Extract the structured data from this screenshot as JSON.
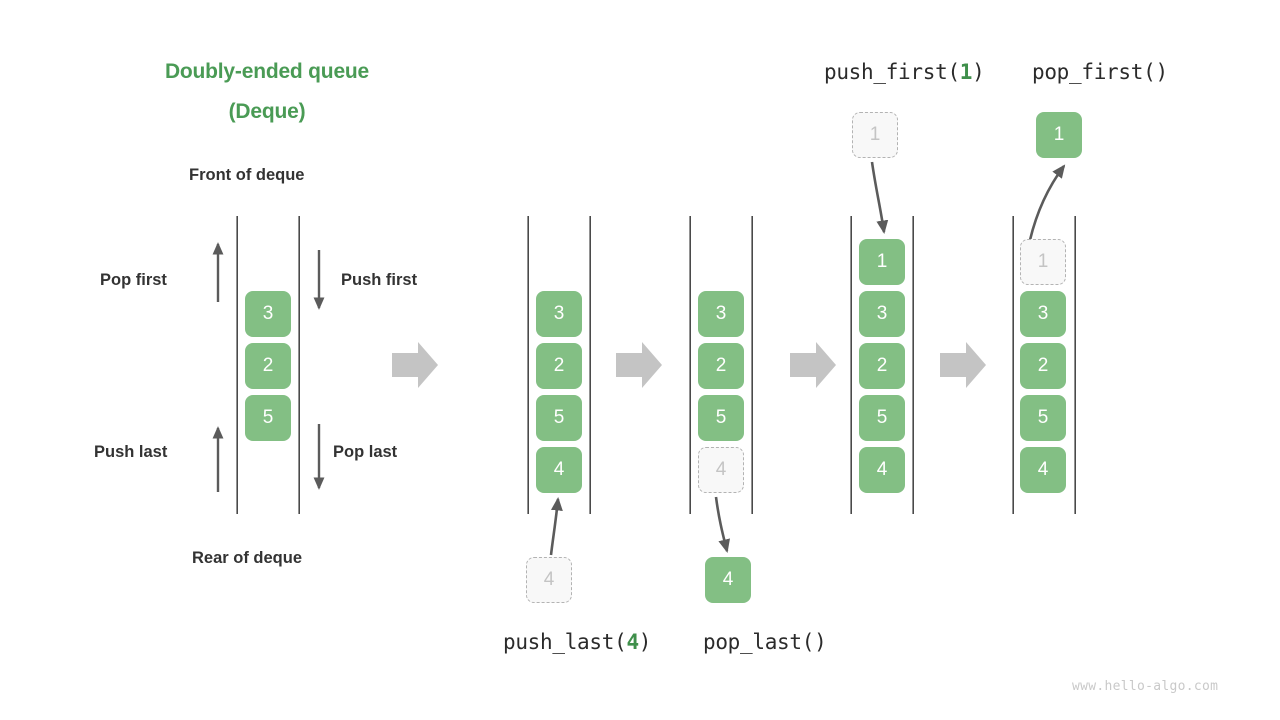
{
  "title": {
    "line1": "Doubly-ended queue",
    "line2": "(Deque)",
    "color": "#4a9b55"
  },
  "labels": {
    "front_of_deque": "Front of deque",
    "rear_of_deque": "Rear of deque",
    "pop_first": "Pop first",
    "push_first": "Push first",
    "push_last": "Push last",
    "pop_last": "Pop last"
  },
  "operations": {
    "push_last": {
      "name": "push_last",
      "arg": "4",
      "open": "(",
      "close": ")"
    },
    "pop_last": {
      "name": "pop_last",
      "arg": "",
      "open": "(",
      "close": ")"
    },
    "push_first": {
      "name": "push_first",
      "arg": "1",
      "open": "(",
      "close": ")"
    },
    "pop_first": {
      "name": "pop_first",
      "arg": "",
      "open": "(",
      "close": ")"
    }
  },
  "colors": {
    "box_fill": "#83bf84",
    "box_text": "#ffffff",
    "ghost_fill": "#f8f8f8",
    "ghost_text": "#c4c4c4",
    "ghost_border": "#b3b3b3",
    "rail": "#4a4a4a",
    "arrow": "#5b5b5b",
    "step_arrow": "#c4c4c4",
    "label_text": "#333333",
    "accent_green": "#4a9b55",
    "watermark": "#c9c9c9"
  },
  "panels": [
    {
      "id": "panel-initial",
      "values": [
        "3",
        "2",
        "5"
      ]
    },
    {
      "id": "panel-before-push-last",
      "values": [
        "3",
        "2",
        "5",
        "4"
      ]
    },
    {
      "id": "panel-after-pop-last",
      "values": [
        "3",
        "2",
        "5",
        "4"
      ]
    },
    {
      "id": "panel-after-push-first",
      "values": [
        "1",
        "3",
        "2",
        "5",
        "4"
      ]
    },
    {
      "id": "panel-before-pop-first",
      "values": [
        "1",
        "3",
        "2",
        "5",
        "4"
      ]
    }
  ],
  "floating_boxes": {
    "push_last_source": "4",
    "pop_last_result": "4",
    "push_first_source": "1",
    "pop_first_result": "1"
  },
  "watermark": "www.hello-algo.com"
}
